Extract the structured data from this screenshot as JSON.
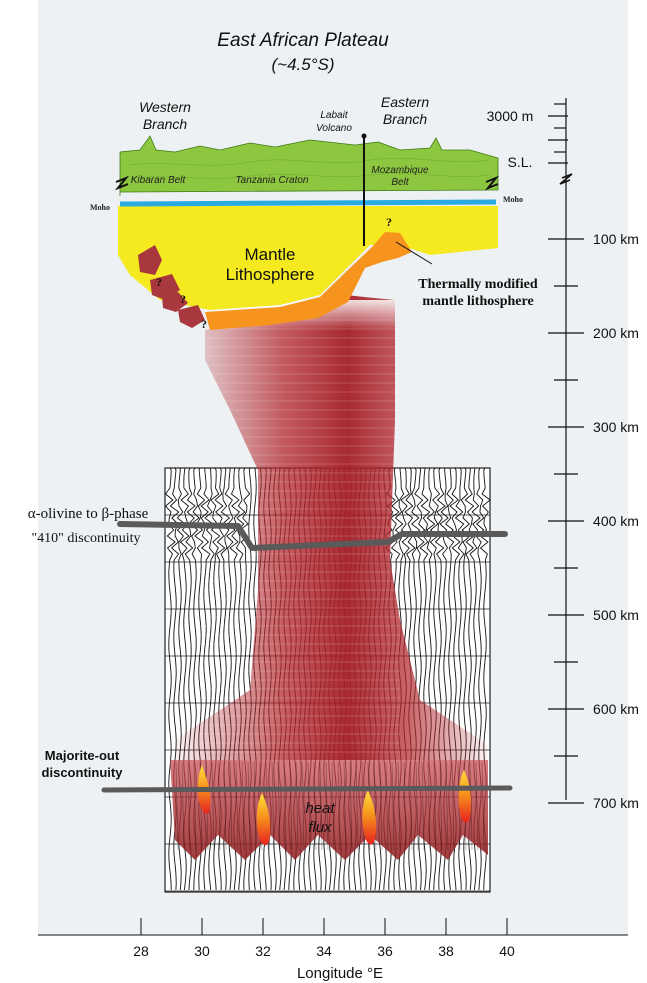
{
  "title": {
    "line1": "East African Plateau",
    "line2": "(~4.5°S)"
  },
  "topography_labels": {
    "western_branch_1": "Western",
    "western_branch_2": "Branch",
    "labait_1": "Labait",
    "labait_2": "Volcano",
    "eastern_branch_1": "Eastern",
    "eastern_branch_2": "Branch",
    "kibaran_belt": "Kibaran Belt",
    "tanzania_craton": "Tanzania Craton",
    "mozambique_belt_1": "Mozambique",
    "mozambique_belt_2": "Belt",
    "moho_left": "Moho",
    "moho_right": "Moho"
  },
  "mantle_labels": {
    "mantle_1": "Mantle",
    "mantle_2": "Lithosphere",
    "thermal_1": "Thermally modified",
    "thermal_2": "mantle lithosphere",
    "question_mark": "?"
  },
  "discontinuities": {
    "d410_line1": "α-olivine to β-phase",
    "d410_line2": "\"410\" discontinuity",
    "majorite_line1": "Majorite-out",
    "majorite_line2": "discontinuity"
  },
  "heat_flux": {
    "line1": "heat",
    "line2": "flux"
  },
  "elevation_axis": {
    "top_label": "3000 m",
    "sl_label": "S.L."
  },
  "depth_axis": {
    "ticks": [
      "100 km",
      "200 km",
      "300 km",
      "400 km",
      "500 km",
      "600 km",
      "700 km"
    ]
  },
  "longitude_axis": {
    "label": "Longitude °E",
    "ticks": [
      "28",
      "30",
      "32",
      "34",
      "36",
      "38",
      "40"
    ]
  },
  "colors": {
    "crust_green": "#8dc63f",
    "moho_blue": "#29abe2",
    "lithosphere_yellow": "#f7ec1b",
    "thermal_orange": "#f7941d",
    "plume_red": "#b3262d",
    "flux_brown": "#9b2a28",
    "discontinuity_gray": "#555555"
  }
}
